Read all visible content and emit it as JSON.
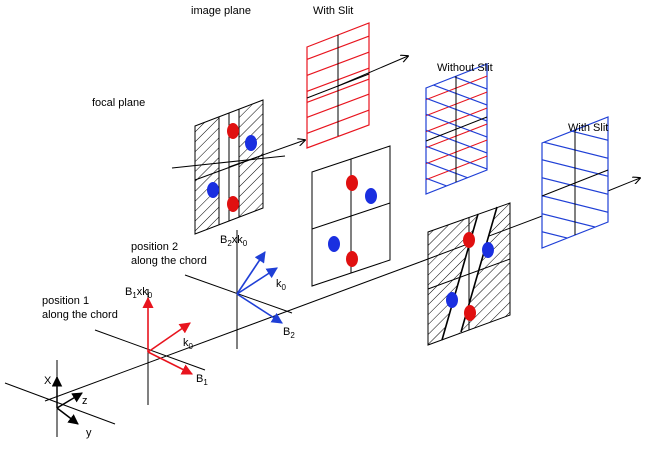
{
  "labels": {
    "image_plane": "image plane",
    "focal_plane": "focal plane",
    "with_slit_1": "With Slit",
    "without_slit": "Without Slit",
    "with_slit_2": "With Slit",
    "position_1_line1": "position 1",
    "position_1_line2": "along the chord",
    "position_2_line1": "position 2",
    "position_2_line2": "along the chord",
    "axis_x": "X",
    "axis_z": "z",
    "axis_y": "y"
  },
  "vectors": {
    "b1": "B",
    "b1_sub": "1",
    "b1xk0": "B",
    "b1xk0_sub": "1",
    "b1xk0_mid": "xk",
    "b1xk0_sub2": "0",
    "k0_1": "k",
    "k0_1_sub": "0",
    "b2": "B",
    "b2_sub": "2",
    "b2xk0": "B",
    "b2xk0_sub": "2",
    "b2xk0_mid": "xk",
    "b2xk0_sub2": "0",
    "k0_2": "k",
    "k0_2_sub": "0"
  },
  "colors": {
    "red": "#e8141e",
    "blue": "#1f3fd6",
    "dot_red": "#e01010",
    "dot_blue": "#1a2fe0",
    "line": "#000000"
  }
}
